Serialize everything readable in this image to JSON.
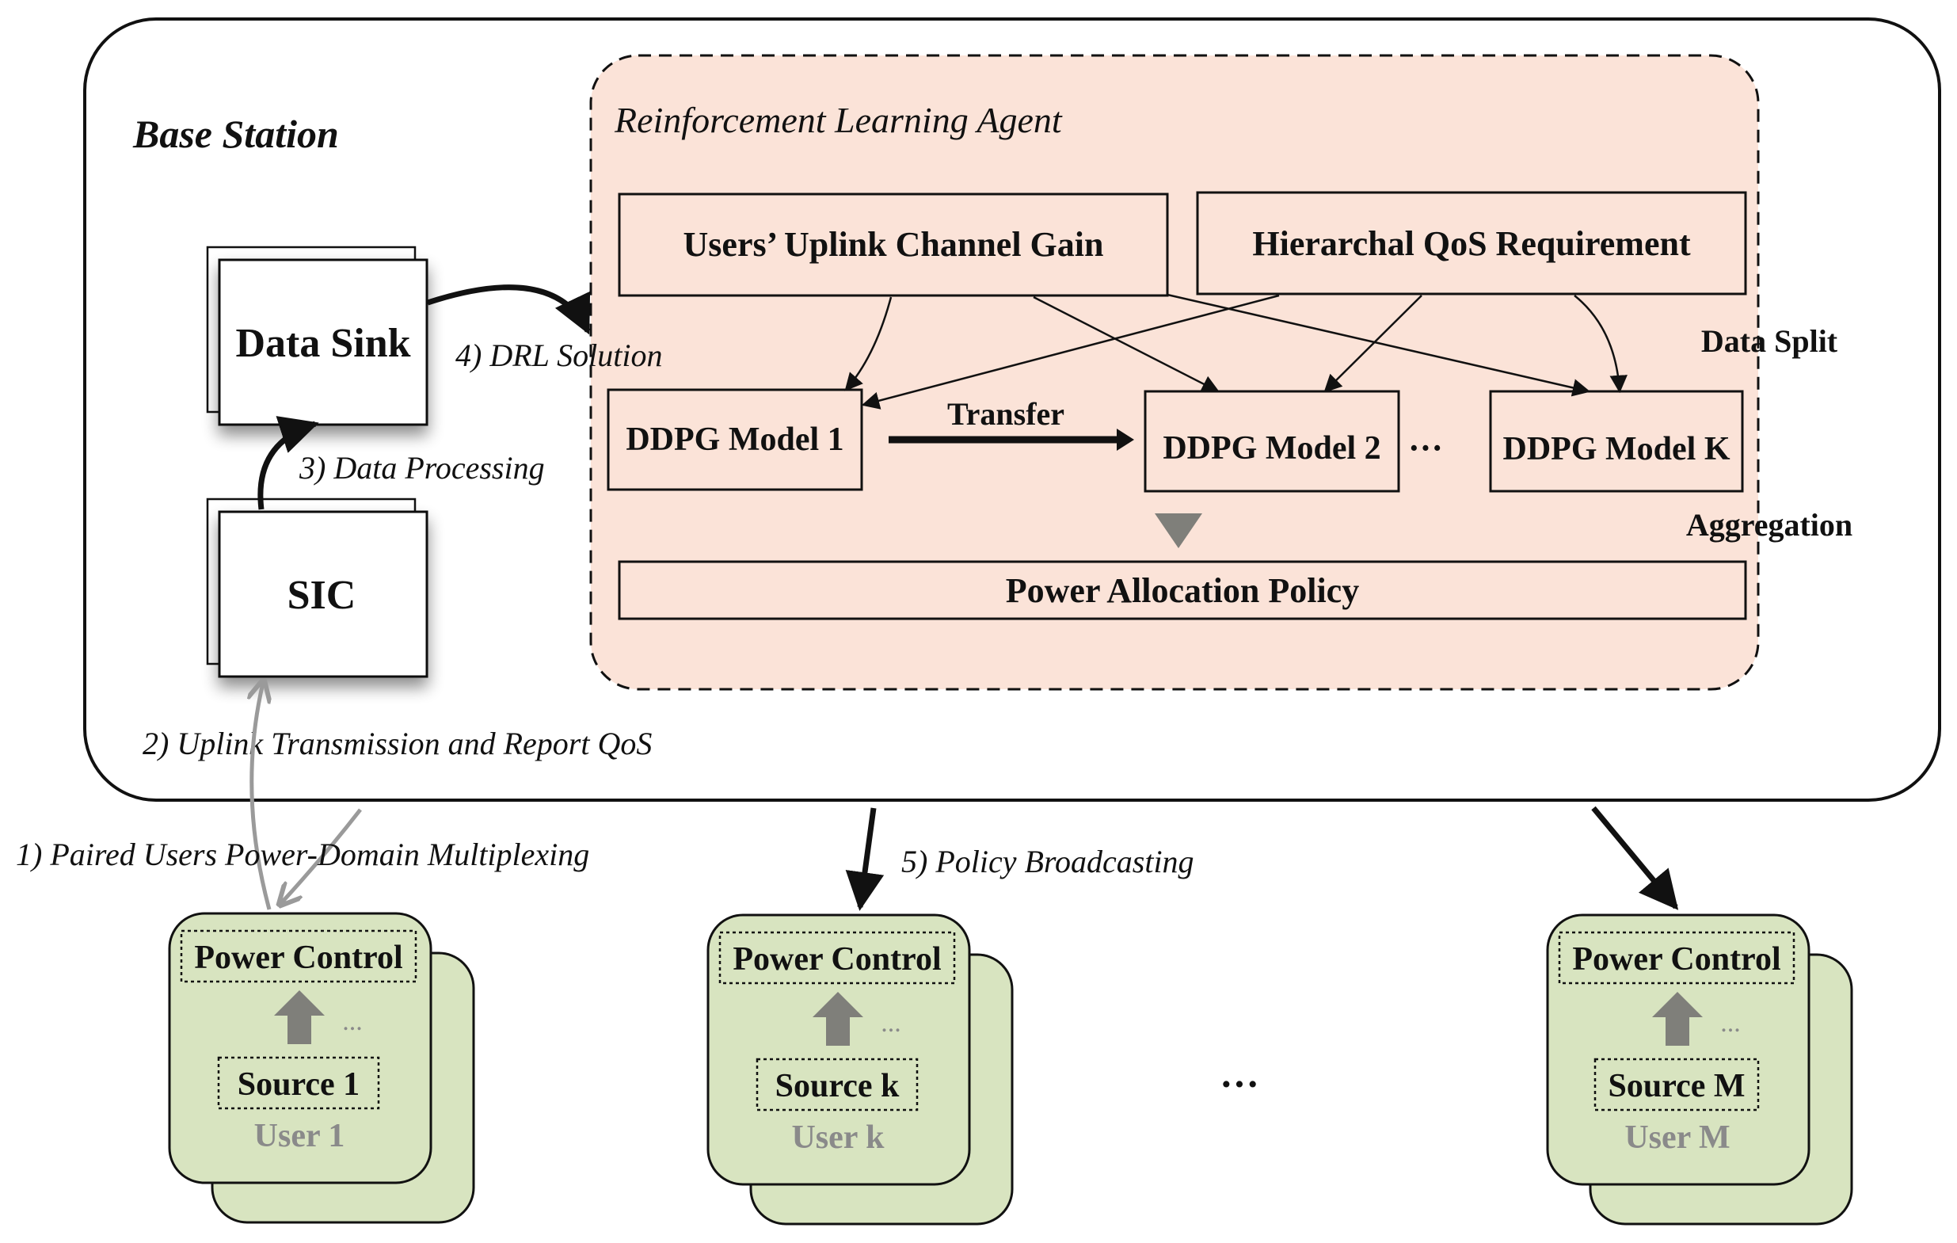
{
  "base_station": {
    "title": "Base Station",
    "data_sink": "Data Sink",
    "sic": "SIC"
  },
  "rl_agent": {
    "title": "Reinforcement  Learning Agent",
    "channel_gain": "Users’ Uplink Channel Gain",
    "qos_requirement": "Hierarchal QoS Requirement",
    "model_1": "DDPG Model 1",
    "model_2": "DDPG Model 2",
    "model_k": "DDPG Model K",
    "transfer": "Transfer",
    "ellipsis": "···",
    "policy": "Power Allocation Policy",
    "data_split": "Data Split",
    "aggregation": "Aggregation"
  },
  "steps": {
    "step1": "1)  Paired Users Power-Domain Multiplexing",
    "step2": "2) Uplink Transmission  and Report QoS",
    "step3": "3)  Data Processing",
    "step4": "4) DRL Solution",
    "step5": "5)  Policy Broadcasting"
  },
  "users": [
    {
      "power_control": "Power Control",
      "ellipsis": "...",
      "source": "Source 1",
      "user": "User 1"
    },
    {
      "power_control": "Power Control",
      "ellipsis": "...",
      "source": "Source k",
      "user": "User k"
    },
    {
      "power_control": "Power Control",
      "ellipsis": "...",
      "source": "Source M",
      "user": "User M"
    }
  ],
  "users_ellipsis": "···",
  "colors": {
    "agent_fill": "#fbe3d8",
    "user_fill": "#d8e4c0",
    "grey_arrow": "#9a9a9a",
    "grey_shape": "#7f7f7a"
  }
}
